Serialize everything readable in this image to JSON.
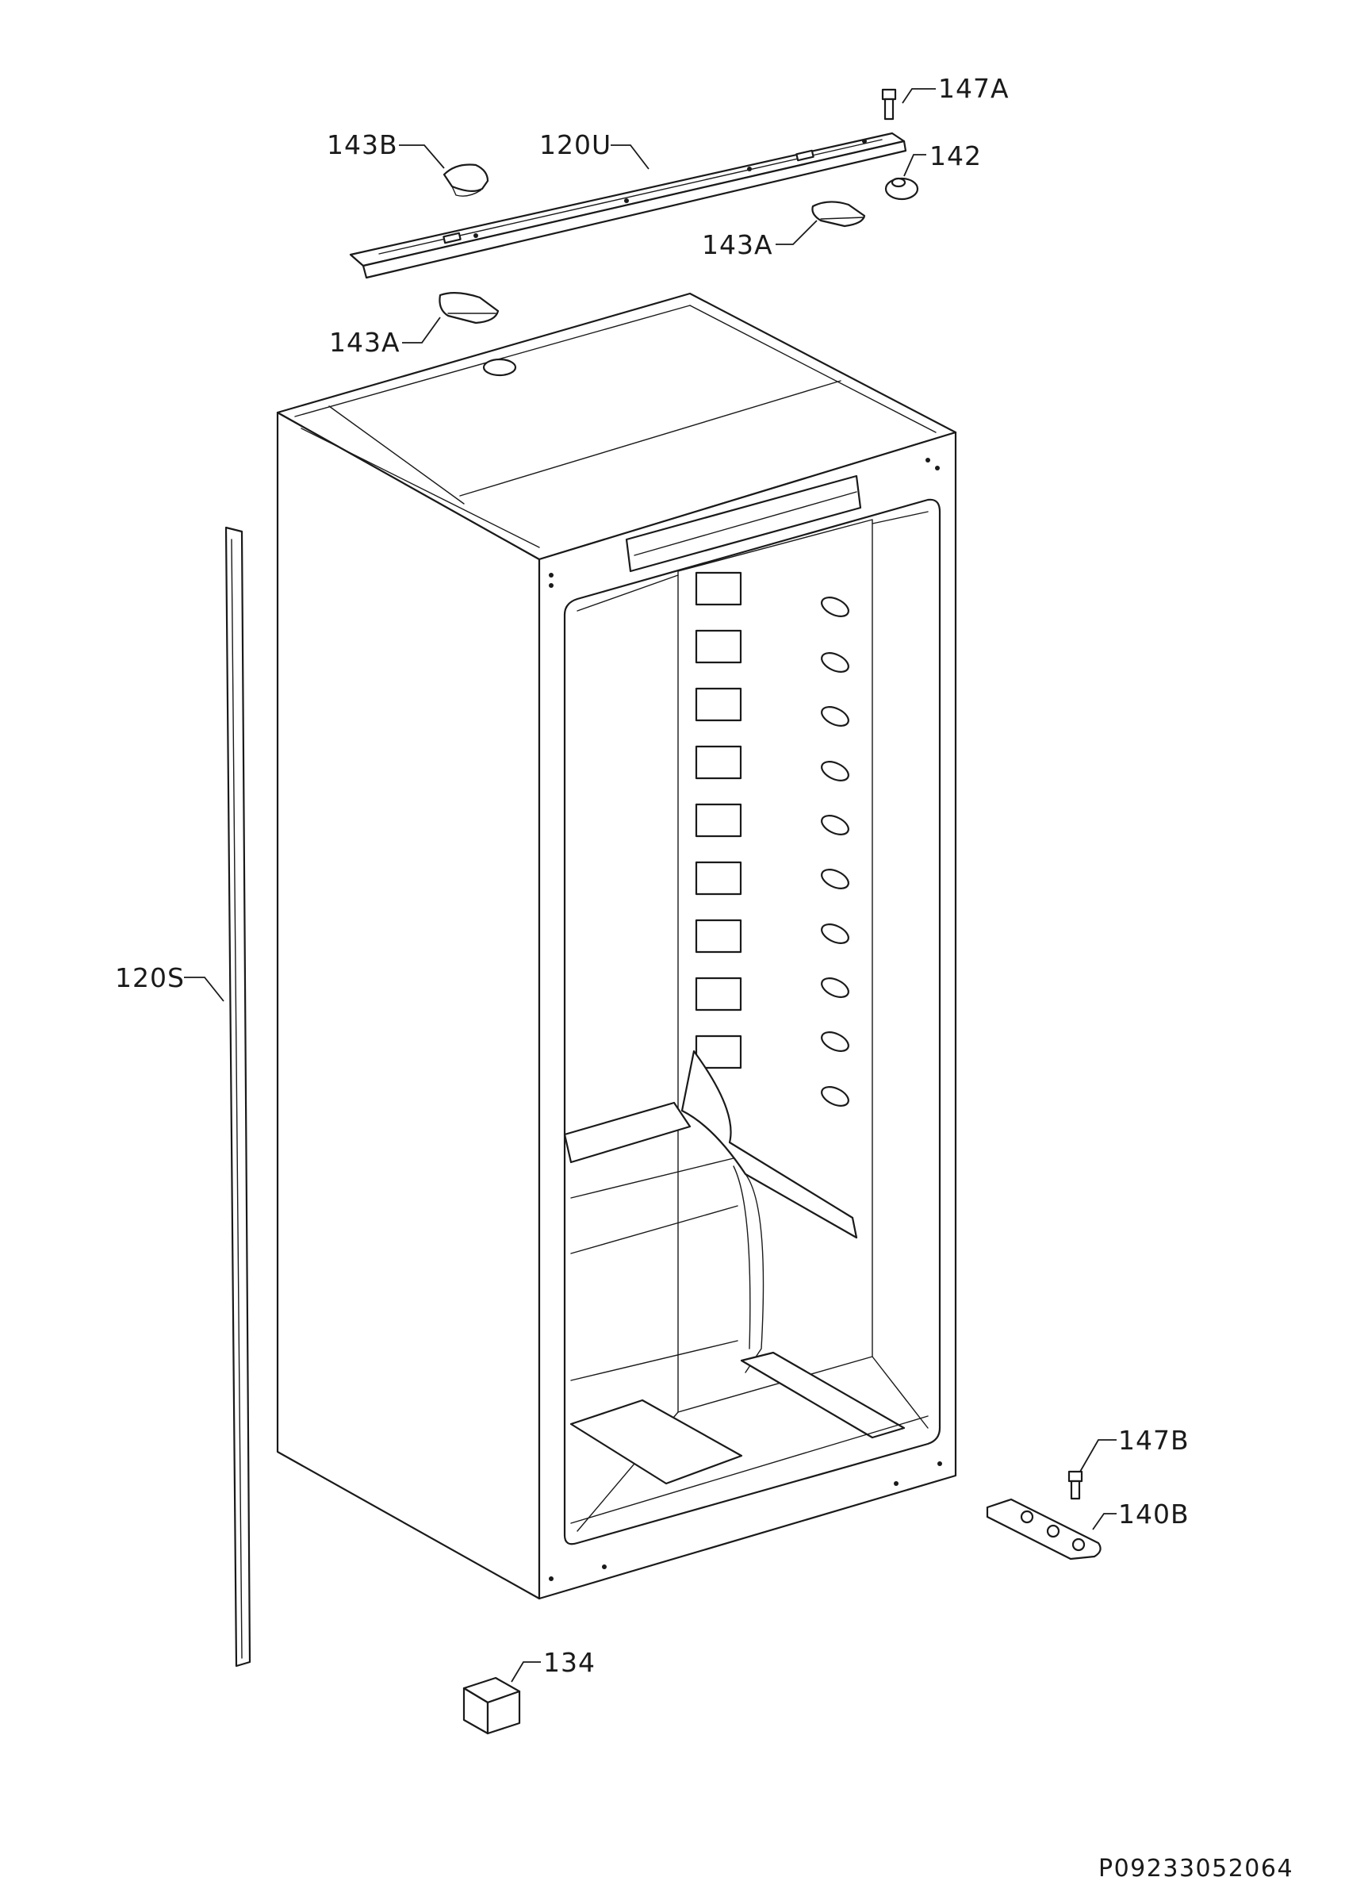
{
  "labels": {
    "l147A": "147A",
    "l142": "142",
    "l143B": "143B",
    "l120U": "120U",
    "l143A_right": "143A",
    "l143A_left": "143A",
    "l120S": "120S",
    "l147B": "147B",
    "l140B": "140B",
    "l134": "134"
  },
  "document_id": "P09233052064"
}
